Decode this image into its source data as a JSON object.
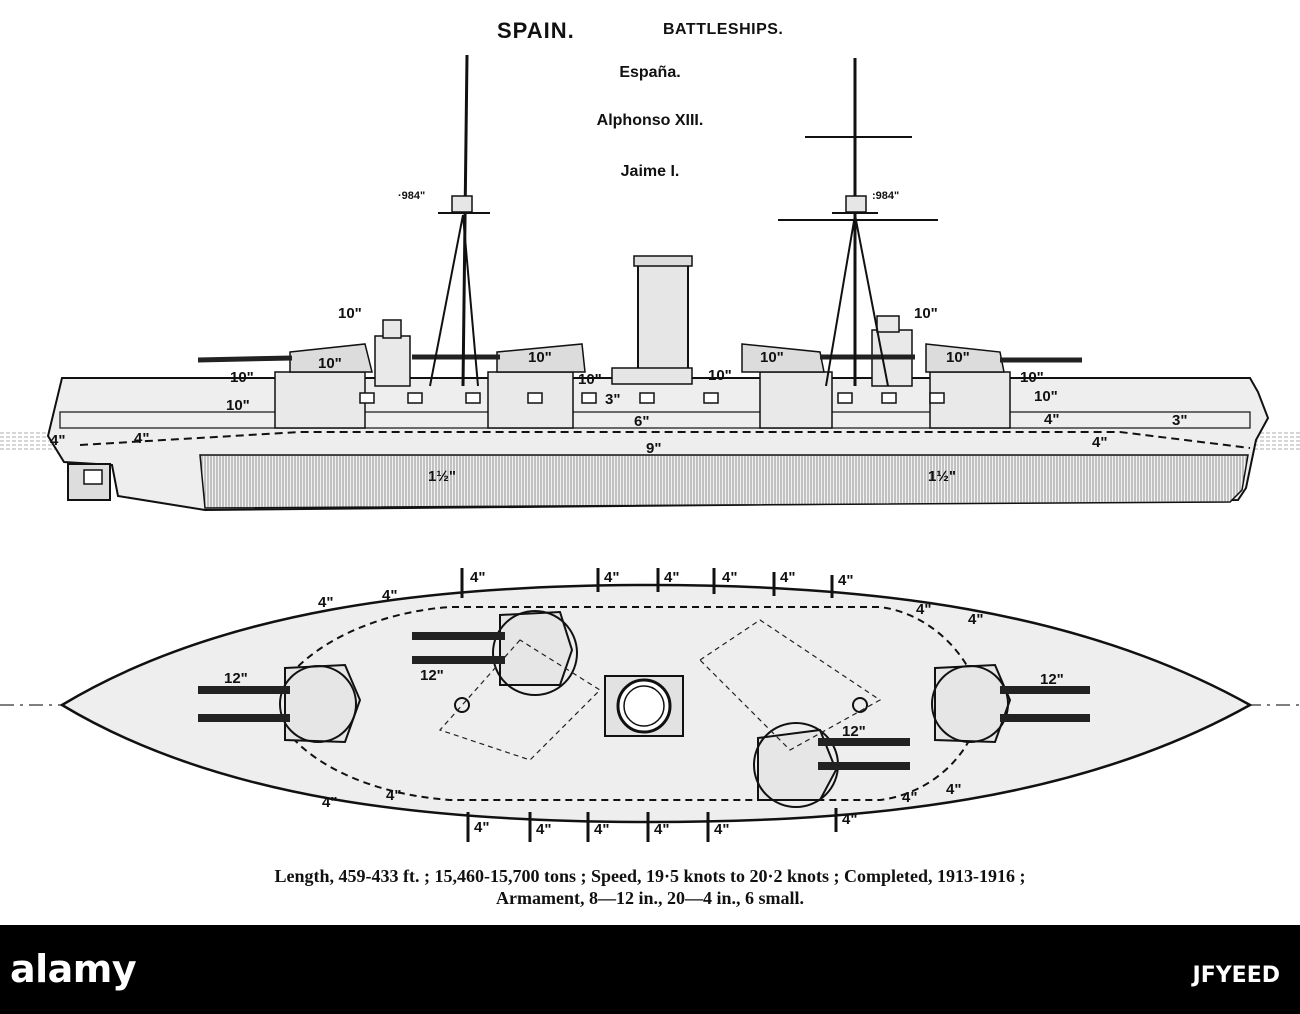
{
  "header": {
    "country": "SPAIN.",
    "category": "BATTLESHIPS.",
    "ships": [
      "España.",
      "Alphonso XIII.",
      "Jaime I."
    ]
  },
  "profile_labels": {
    "rangefinder_fwd": "·984\"",
    "rangefinder_aft": ":984\"",
    "turret_10": "10\"",
    "secondary_3": "3\"",
    "belt_6": "6\"",
    "belt_9": "9\"",
    "belt_4": "4\"",
    "belt_3": "3\"",
    "belt_1_5": "1½\""
  },
  "plan_labels": {
    "main_12": "12\"",
    "secondary_4": "4\""
  },
  "caption": {
    "line1": "Length, 459-433 ft. ; 15,460-15,700 tons ; Speed, 19·5 knots to 20·2 knots ; Completed, 1913-1916 ;",
    "line2": "Armament, 8—12 in., 20—4 in., 6 small."
  },
  "footer": {
    "brand": "alamy",
    "brand_sub": "",
    "image_id": "JFYEED"
  },
  "colors": {
    "ink": "#111111",
    "hull": "#eeeeee",
    "deck": "#e2e2e2",
    "footer": "#000000"
  }
}
